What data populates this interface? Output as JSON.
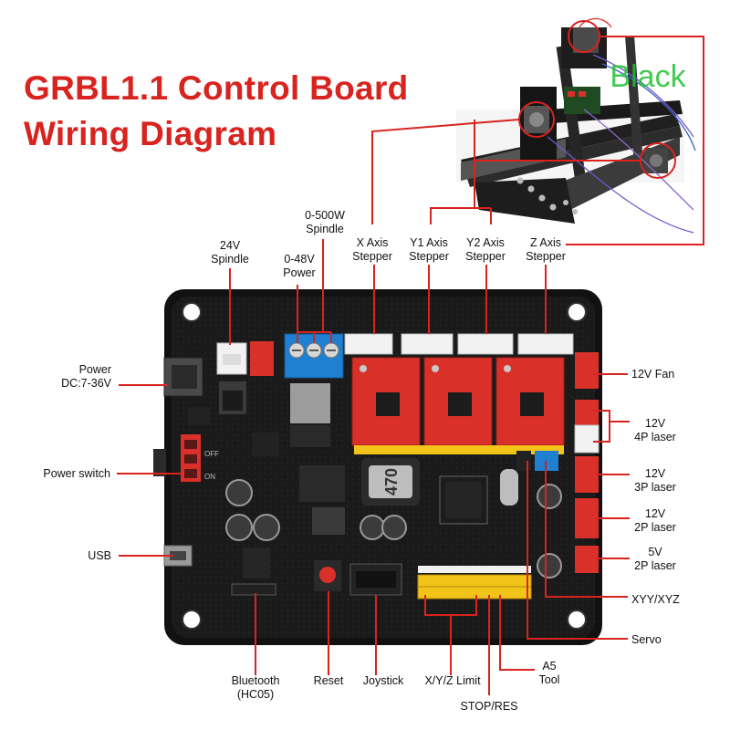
{
  "title": {
    "line1": "GRBL1.1 Control Board",
    "line2": "Wiring Diagram"
  },
  "watermark": "Black",
  "board": {
    "inductor_marking": "470",
    "switch_marks": {
      "off": "OFF",
      "on": "ON"
    }
  },
  "labels": {
    "spindle_24v": "24V\nSpindle",
    "power_0_48v": "0-48V\nPower",
    "spindle_0_500w": "0-500W\nSpindle",
    "x_axis": "X Axis\nStepper",
    "y1_axis": "Y1  Axis\nStepper",
    "y2_axis": "Y2 Axis\nStepper",
    "z_axis": "Z Axis\nStepper",
    "power_dc": "Power\nDC:7-36V",
    "power_switch": "Power switch",
    "usb": "USB",
    "fan_12v": "12V Fan",
    "laser_12v_4p": "12V\n4P laser",
    "laser_12v_3p": "12V\n3P laser",
    "laser_12v_2p": "12V\n2P laser",
    "laser_5v_2p": "5V\n2P laser",
    "xyy_xyz": "XYY/XYZ",
    "servo": "Servo",
    "bluetooth": "Bluetooth\n(HC05)",
    "reset": "Reset",
    "joystick": "Joystick",
    "limit": "X/Y/Z Limit",
    "stop_res": "STOP/RES",
    "a5_tool": "A5\nTool"
  },
  "colors": {
    "title_red": "#d8231f",
    "leader_red": "#d8231f",
    "pcb": "#121212",
    "driver_red": "#d9302a",
    "terminal_blue": "#1f7fd0",
    "header_yellow": "#f2c318",
    "connector_white": "#f2f2f2"
  }
}
